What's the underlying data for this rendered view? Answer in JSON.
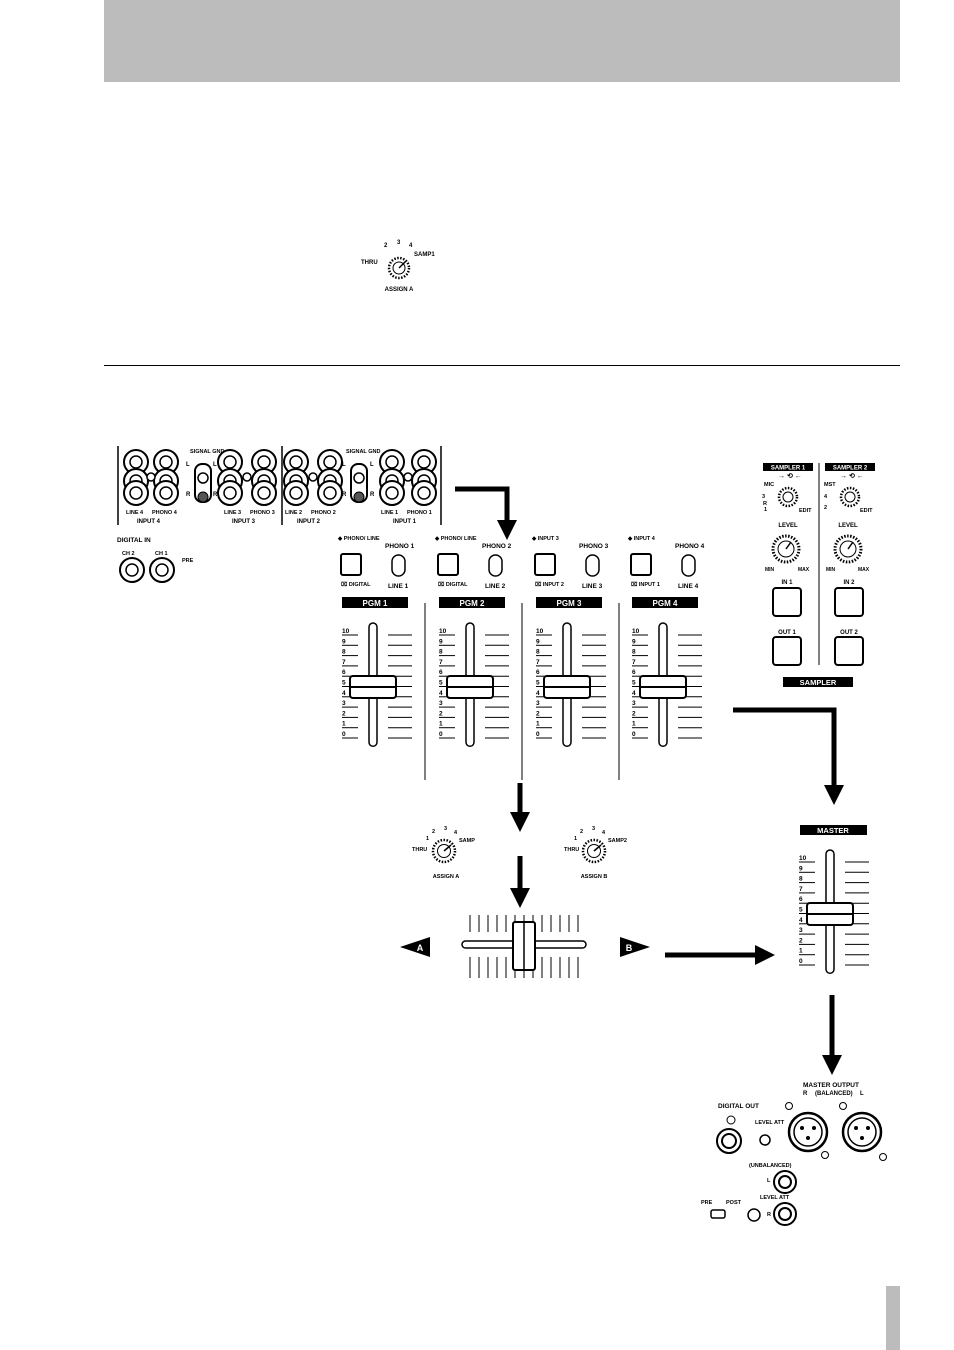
{
  "knob_top": {
    "ticks": [
      "THRU",
      "2",
      "3",
      "4",
      "SAMP1"
    ],
    "label": "ASSIGN A"
  },
  "rear_panel": {
    "signal_gnd": "SIGNAL GND",
    "L": "L",
    "R": "R",
    "input4": {
      "jack1": "LINE 4",
      "jack2": "PHONO 4",
      "label": "INPUT 4"
    },
    "input3": {
      "jack1": "LINE 3",
      "jack2": "PHONO 3",
      "label": "INPUT 3"
    },
    "input2": {
      "jack1": "LINE 2",
      "jack2": "PHONO 2",
      "label": "INPUT 2"
    },
    "input1": {
      "jack1": "LINE 1",
      "jack2": "PHONO 1",
      "label": "INPUT 1"
    },
    "digital_in": {
      "label": "DIGITAL IN",
      "ch2": "CH 2",
      "ch1": "CH 1",
      "pre": "PRE"
    }
  },
  "channels": [
    {
      "top_left": "◆ PHONO/ LINE",
      "top_right": "PHONO 1",
      "bottom_left": "DIGITAL",
      "bottom_right": "LINE 1",
      "name": "PGM 1"
    },
    {
      "top_left": "◆ PHONO/ LINE",
      "top_right": "PHONO 2",
      "bottom_left": "DIGITAL",
      "bottom_right": "LINE 2",
      "name": "PGM 2"
    },
    {
      "top_left": "◆ INPUT 3",
      "top_right": "PHONO 3",
      "bottom_left": "INPUT 2",
      "bottom_right": "LINE 3",
      "name": "PGM 3"
    },
    {
      "top_left": "◆ INPUT 4",
      "top_right": "PHONO 4",
      "bottom_left": "INPUT 1",
      "bottom_right": "LINE 4",
      "name": "PGM 4"
    }
  ],
  "fader_scale": [
    "10",
    "9",
    "8",
    "7",
    "6",
    "5",
    "4",
    "3",
    "2",
    "1",
    "0"
  ],
  "sampler": {
    "s1": {
      "title": "SAMPLER 1",
      "mic": "MIC",
      "n3": "3",
      "r": "R",
      "n1": "1",
      "edit": "EDIT",
      "level": "LEVEL",
      "min": "MIN",
      "max": "MAX",
      "in": "IN 1",
      "out": "OUT 1"
    },
    "s2": {
      "title": "SAMPLER 2",
      "mst": "MST",
      "n4": "4",
      "n2": "2",
      "edit": "EDIT",
      "level": "LEVEL",
      "min": "MIN",
      "max": "MAX",
      "in": "IN 2",
      "out": "OUT 2"
    },
    "footer": "SAMPLER"
  },
  "assign_a": {
    "ticks": [
      "THRU",
      "1",
      "2",
      "3",
      "4",
      "SAMP"
    ],
    "label": "ASSIGN A"
  },
  "assign_b": {
    "ticks": [
      "THRU",
      "1",
      "2",
      "3",
      "4",
      "SAMP2"
    ],
    "label": "ASSIGN B"
  },
  "crossfader": {
    "left": "A",
    "right": "B"
  },
  "master": {
    "label": "MASTER"
  },
  "outputs": {
    "digital_out": "DIGITAL OUT",
    "master_output": "MASTER OUTPUT",
    "balanced": "(BALANCED)",
    "R": "R",
    "L": "L",
    "level_att_1": "LEVEL ATT",
    "unbalanced": "(UNBALANCED)",
    "ul": "L",
    "ur": "R",
    "level_att_2": "LEVEL ATT",
    "pre": "PRE",
    "post": "POST"
  }
}
